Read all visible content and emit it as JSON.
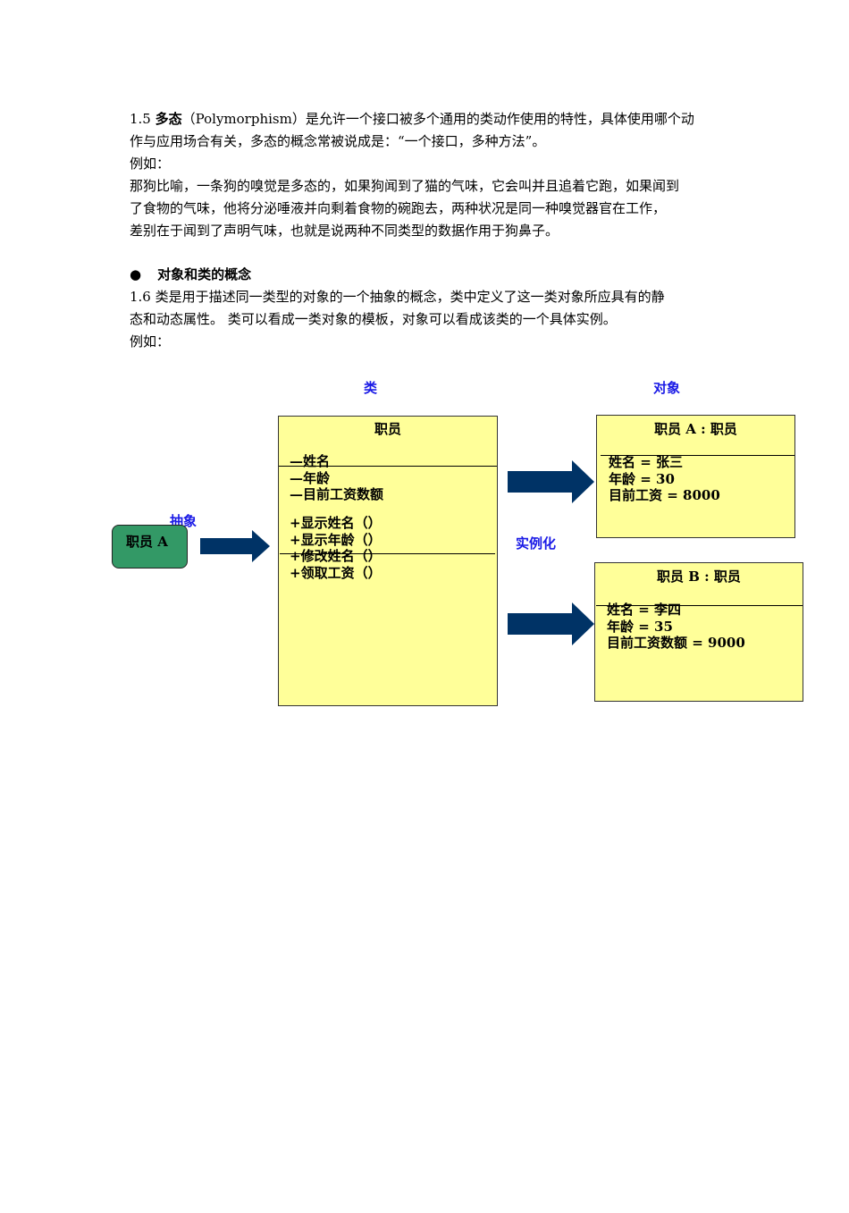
{
  "para1": {
    "prefix": "1.5 ",
    "term": "多态",
    "line1_rest": "（Polymorphism）是允许一个接口被多个通用的类动作使用的特性，具体使用哪个动",
    "line2": "作与应用场合有关，多态的概念常被说成是：“一个接口，多种方法”。",
    "example": "例如：",
    "line3": "那狗比喻，一条狗的嗅觉是多态的，如果狗闻到了猫的气味，它会叫并且追着它跑，如果闻到",
    "line4": "了食物的气味，他将分泌唾液并向剩着食物的碗跑去，两种状况是同一种嗅觉器官在工作，",
    "line5": "差别在于闻到了声明气味，也就是说两种不同类型的数据作用于狗鼻子。"
  },
  "section": {
    "bullet": "●",
    "title": "对象和类的概念",
    "line1": " 1.6 类是用于描述同一类型的对象的一个抽象的概念，类中定义了这一类对象所应具有的静",
    "line2": "态和动态属性。 类可以看成一类对象的模板，对象可以看成该类的一个具体实例。",
    "example": "例如："
  },
  "diagram": {
    "label_class": "类",
    "label_object": "对象",
    "label_abstract": "抽象",
    "label_instantiate": "实例化",
    "entity": "职员 A",
    "class_box": {
      "title": "职员",
      "attributes": [
        "—姓名",
        "—年龄",
        "—目前工资数额"
      ],
      "methods": [
        "+显示姓名（）",
        "+显示年龄（）",
        "+修改姓名（）",
        "+领取工资（）"
      ]
    },
    "object_a": {
      "title": "职员 A : 职员",
      "fields": [
        "姓名 = 张三",
        "年龄 = 30",
        "目前工资 = 8000"
      ]
    },
    "object_b": {
      "title": "职员 B : 职员",
      "fields": [
        "姓名 = 李四",
        "年龄 = 35",
        "目前工资数额 = 9000"
      ]
    },
    "colors": {
      "box_fill": "#ffff99",
      "entity_fill": "#339966",
      "arrow": "#003366",
      "label": "#1a1ae6"
    }
  }
}
